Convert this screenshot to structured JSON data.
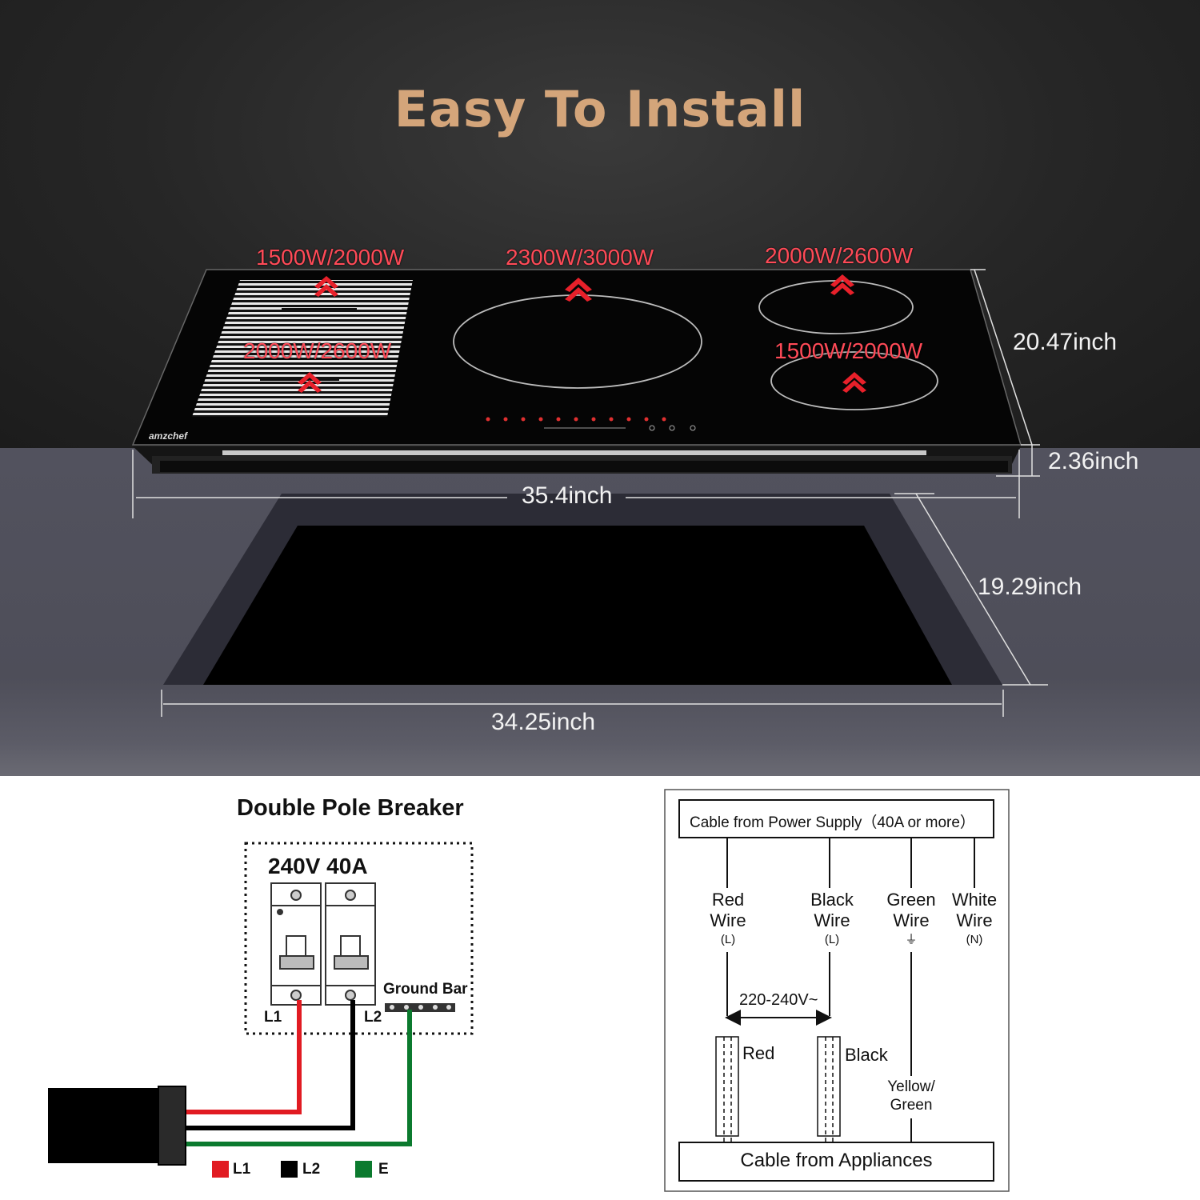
{
  "title": "Easy To Install",
  "cooktop": {
    "brand": "amzchef",
    "zones": [
      {
        "power": "1500W/2000W"
      },
      {
        "power": "2300W/3000W"
      },
      {
        "power": "2000W/2600W"
      },
      {
        "power": "2000W/2600W"
      },
      {
        "power": "1500W/2000W"
      }
    ],
    "dimensions": {
      "depth": "20.47inch",
      "height": "2.36inch",
      "width": "35.4inch",
      "cutout_depth": "19.29inch",
      "cutout_width": "34.25inch"
    }
  },
  "breaker": {
    "heading": "Double Pole Breaker",
    "rating": "240V 40A",
    "ground_bar": "Ground Bar",
    "l1": "L1",
    "l2": "L2",
    "legend": [
      {
        "label": "L1",
        "color": "#e11b22"
      },
      {
        "label": "L2",
        "color": "#000000"
      },
      {
        "label": "E",
        "color": "#0b7a2e"
      }
    ]
  },
  "wiring": {
    "supply": "Cable from Power Supply（40A or more）",
    "wires": [
      {
        "line1": "Red",
        "line2": "Wire",
        "tag": "(L)"
      },
      {
        "line1": "Black",
        "line2": "Wire",
        "tag": "(L)"
      },
      {
        "line1": "Green",
        "line2": "Wire",
        "tag": "⏚"
      },
      {
        "line1": "White",
        "line2": "Wire",
        "tag": "(N)"
      }
    ],
    "voltage": "220-240V~",
    "red_label": "Red",
    "black_label": "Black",
    "yg_line1": "Yellow/",
    "yg_line2": "Green",
    "appliance": "Cable from Appliances"
  }
}
